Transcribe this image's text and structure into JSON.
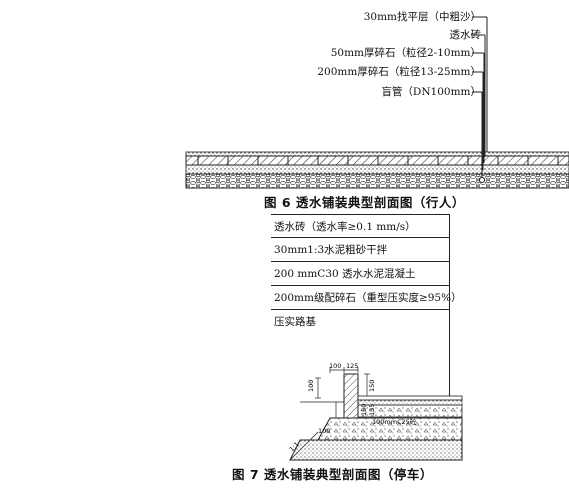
{
  "fig6": {
    "labels": [
      "30mm找平层（中粗沙）",
      "透水砖",
      "50mm厚碎石（粒径2-10mm）",
      "200mm厚碎石（粒径13-25mm）",
      "盲管（DN100mm）"
    ],
    "caption": "图 6 透水铺装典型剖面图（行人）"
  },
  "fig7": {
    "layers": [
      "透水砖（透水率≥0.1 mm/s）",
      "30mm1:3水泥粗砂干拌",
      "200 mmC30 透水水泥混凝土",
      "200mm级配碎石（重型压实度≥95%）",
      "压实路基"
    ],
    "dims": [
      "100",
      "125",
      "100",
      "150",
      "135",
      "150",
      "190mmC25砼",
      "100",
      "1:1"
    ],
    "caption": "图 7 透水铺装典型剖面图（停车）"
  },
  "colors": {
    "line": "#222222",
    "background": "#ffffff"
  }
}
